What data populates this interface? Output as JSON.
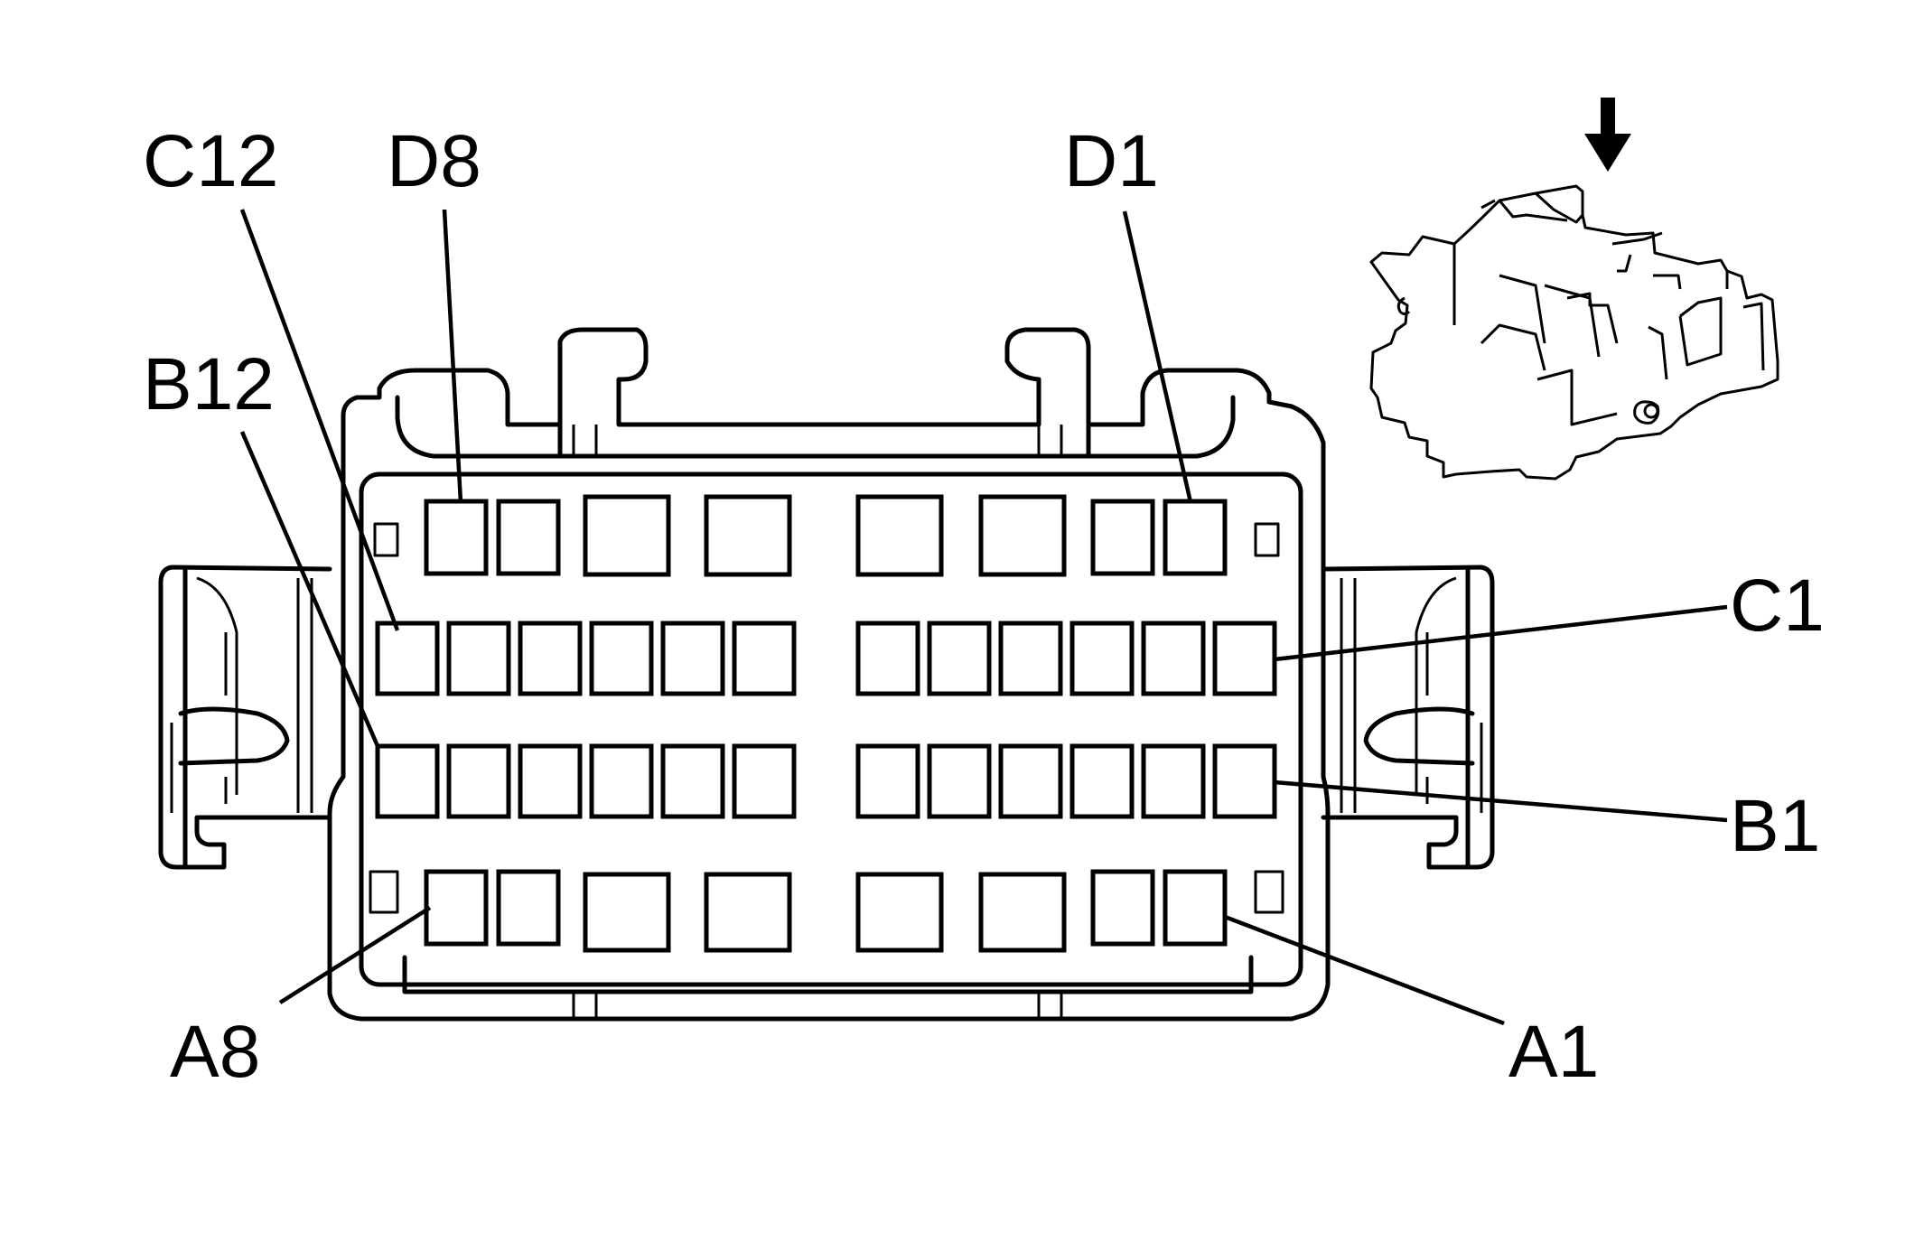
{
  "diagram": {
    "pin_labels": {
      "c12": "C12",
      "d8": "D8",
      "d1": "D1",
      "b12": "B12",
      "c1": "C1",
      "b1": "B1",
      "a8": "A8",
      "a1": "A1"
    },
    "orientation_icon": "down-arrow-icon",
    "colors": {
      "line": "#000000",
      "background": "#ffffff"
    }
  }
}
